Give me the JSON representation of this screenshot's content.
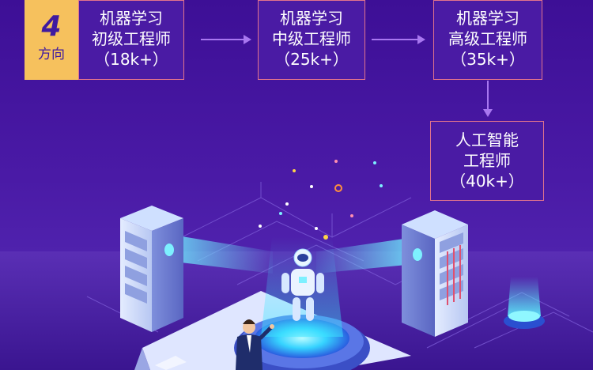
{
  "badge": {
    "number": "4",
    "label": "方向"
  },
  "career_path": [
    {
      "line1": "机器学习",
      "line2": "初级工程师",
      "salary": "（18k+）"
    },
    {
      "line1": "机器学习",
      "line2": "中级工程师",
      "salary": "（25k+）"
    },
    {
      "line1": "机器学习",
      "line2": "高级工程师",
      "salary": "（35k+）"
    },
    {
      "line1": "人工智能",
      "line2": "工程师",
      "salary": "（40k+）"
    }
  ],
  "colors": {
    "background": "#44129a",
    "badge": "#f6c15d",
    "box_border": "#e2748c",
    "arrow": "#a877f0",
    "glow": "#27e4ff"
  },
  "icons": [
    "arrow-right-icon",
    "arrow-down-icon",
    "server-rack-icon",
    "robot-hologram-icon",
    "businessman-figure-icon",
    "glow-beacon-icon"
  ]
}
